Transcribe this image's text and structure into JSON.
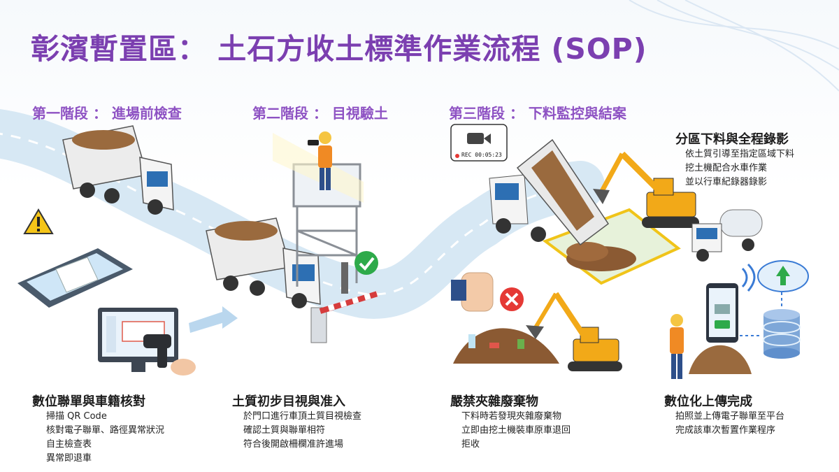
{
  "title": "彰濱暫置區： 土石方收土標準作業流程 (SOP)",
  "stages": [
    {
      "label": "第一階段 ： 進場前檢查"
    },
    {
      "label": "第二階段 ： 目視驗土"
    },
    {
      "label": "第三階段 ： 下料監控與結案"
    }
  ],
  "recording": {
    "timestamp": "REC 00:05:23"
  },
  "sections": [
    {
      "title": "數位聯單與車籍核對",
      "items": [
        "掃描 QR Code",
        "核對電子聯單、路徑異常狀況",
        "自主檢查表",
        "異常即退車"
      ]
    },
    {
      "title": "土質初步目視與准入",
      "items": [
        "於門口進行車頂土質目視檢查",
        "確認土質與聯單相符",
        "符合後開啟柵欄准許進場"
      ]
    },
    {
      "title": "分區下料與全程錄影",
      "items": [
        "依土質引導至指定區域下料",
        "挖土機配合水車作業",
        "並以行車紀錄器錄影"
      ]
    },
    {
      "title": "嚴禁夾雜廢棄物",
      "items": [
        "下料時若發現夾雜廢棄物",
        "立即由挖土機裝車原車退回",
        "拒收"
      ]
    },
    {
      "title": "數位化上傳完成",
      "items": [
        "拍照並上傳電子聯單至平台",
        "完成該車次暫置作業程序"
      ]
    }
  ],
  "colors": {
    "title": "#7b3fb0",
    "stage": "#8e52c3",
    "road": "#cfe3f1",
    "soil": "#9a6a3e",
    "excavator": "#f2a918"
  }
}
